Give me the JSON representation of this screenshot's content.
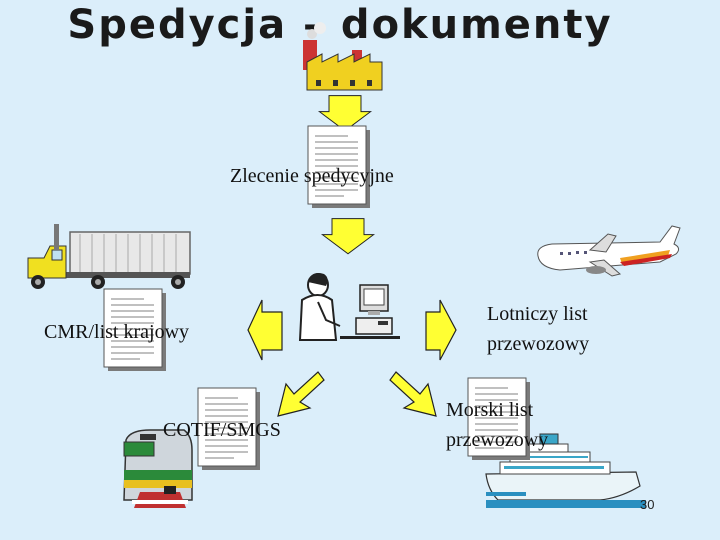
{
  "title": "Spedycja – dokumenty",
  "nodes": {
    "zlecenie": "Zlecenie spedycyjne",
    "cmr": "CMR/list krajowy",
    "lotniczy_1": "Lotniczy list",
    "lotniczy_2": "przewozowy",
    "cotif": "COTIF/SMGS",
    "morski_1": "Morski list",
    "morski_2": "przewozowy"
  },
  "page_number": "30",
  "colors": {
    "background": "#dbeefa",
    "arrow_fill": "#ffff33",
    "arrow_stroke": "#222222",
    "document": "#ffffff"
  }
}
